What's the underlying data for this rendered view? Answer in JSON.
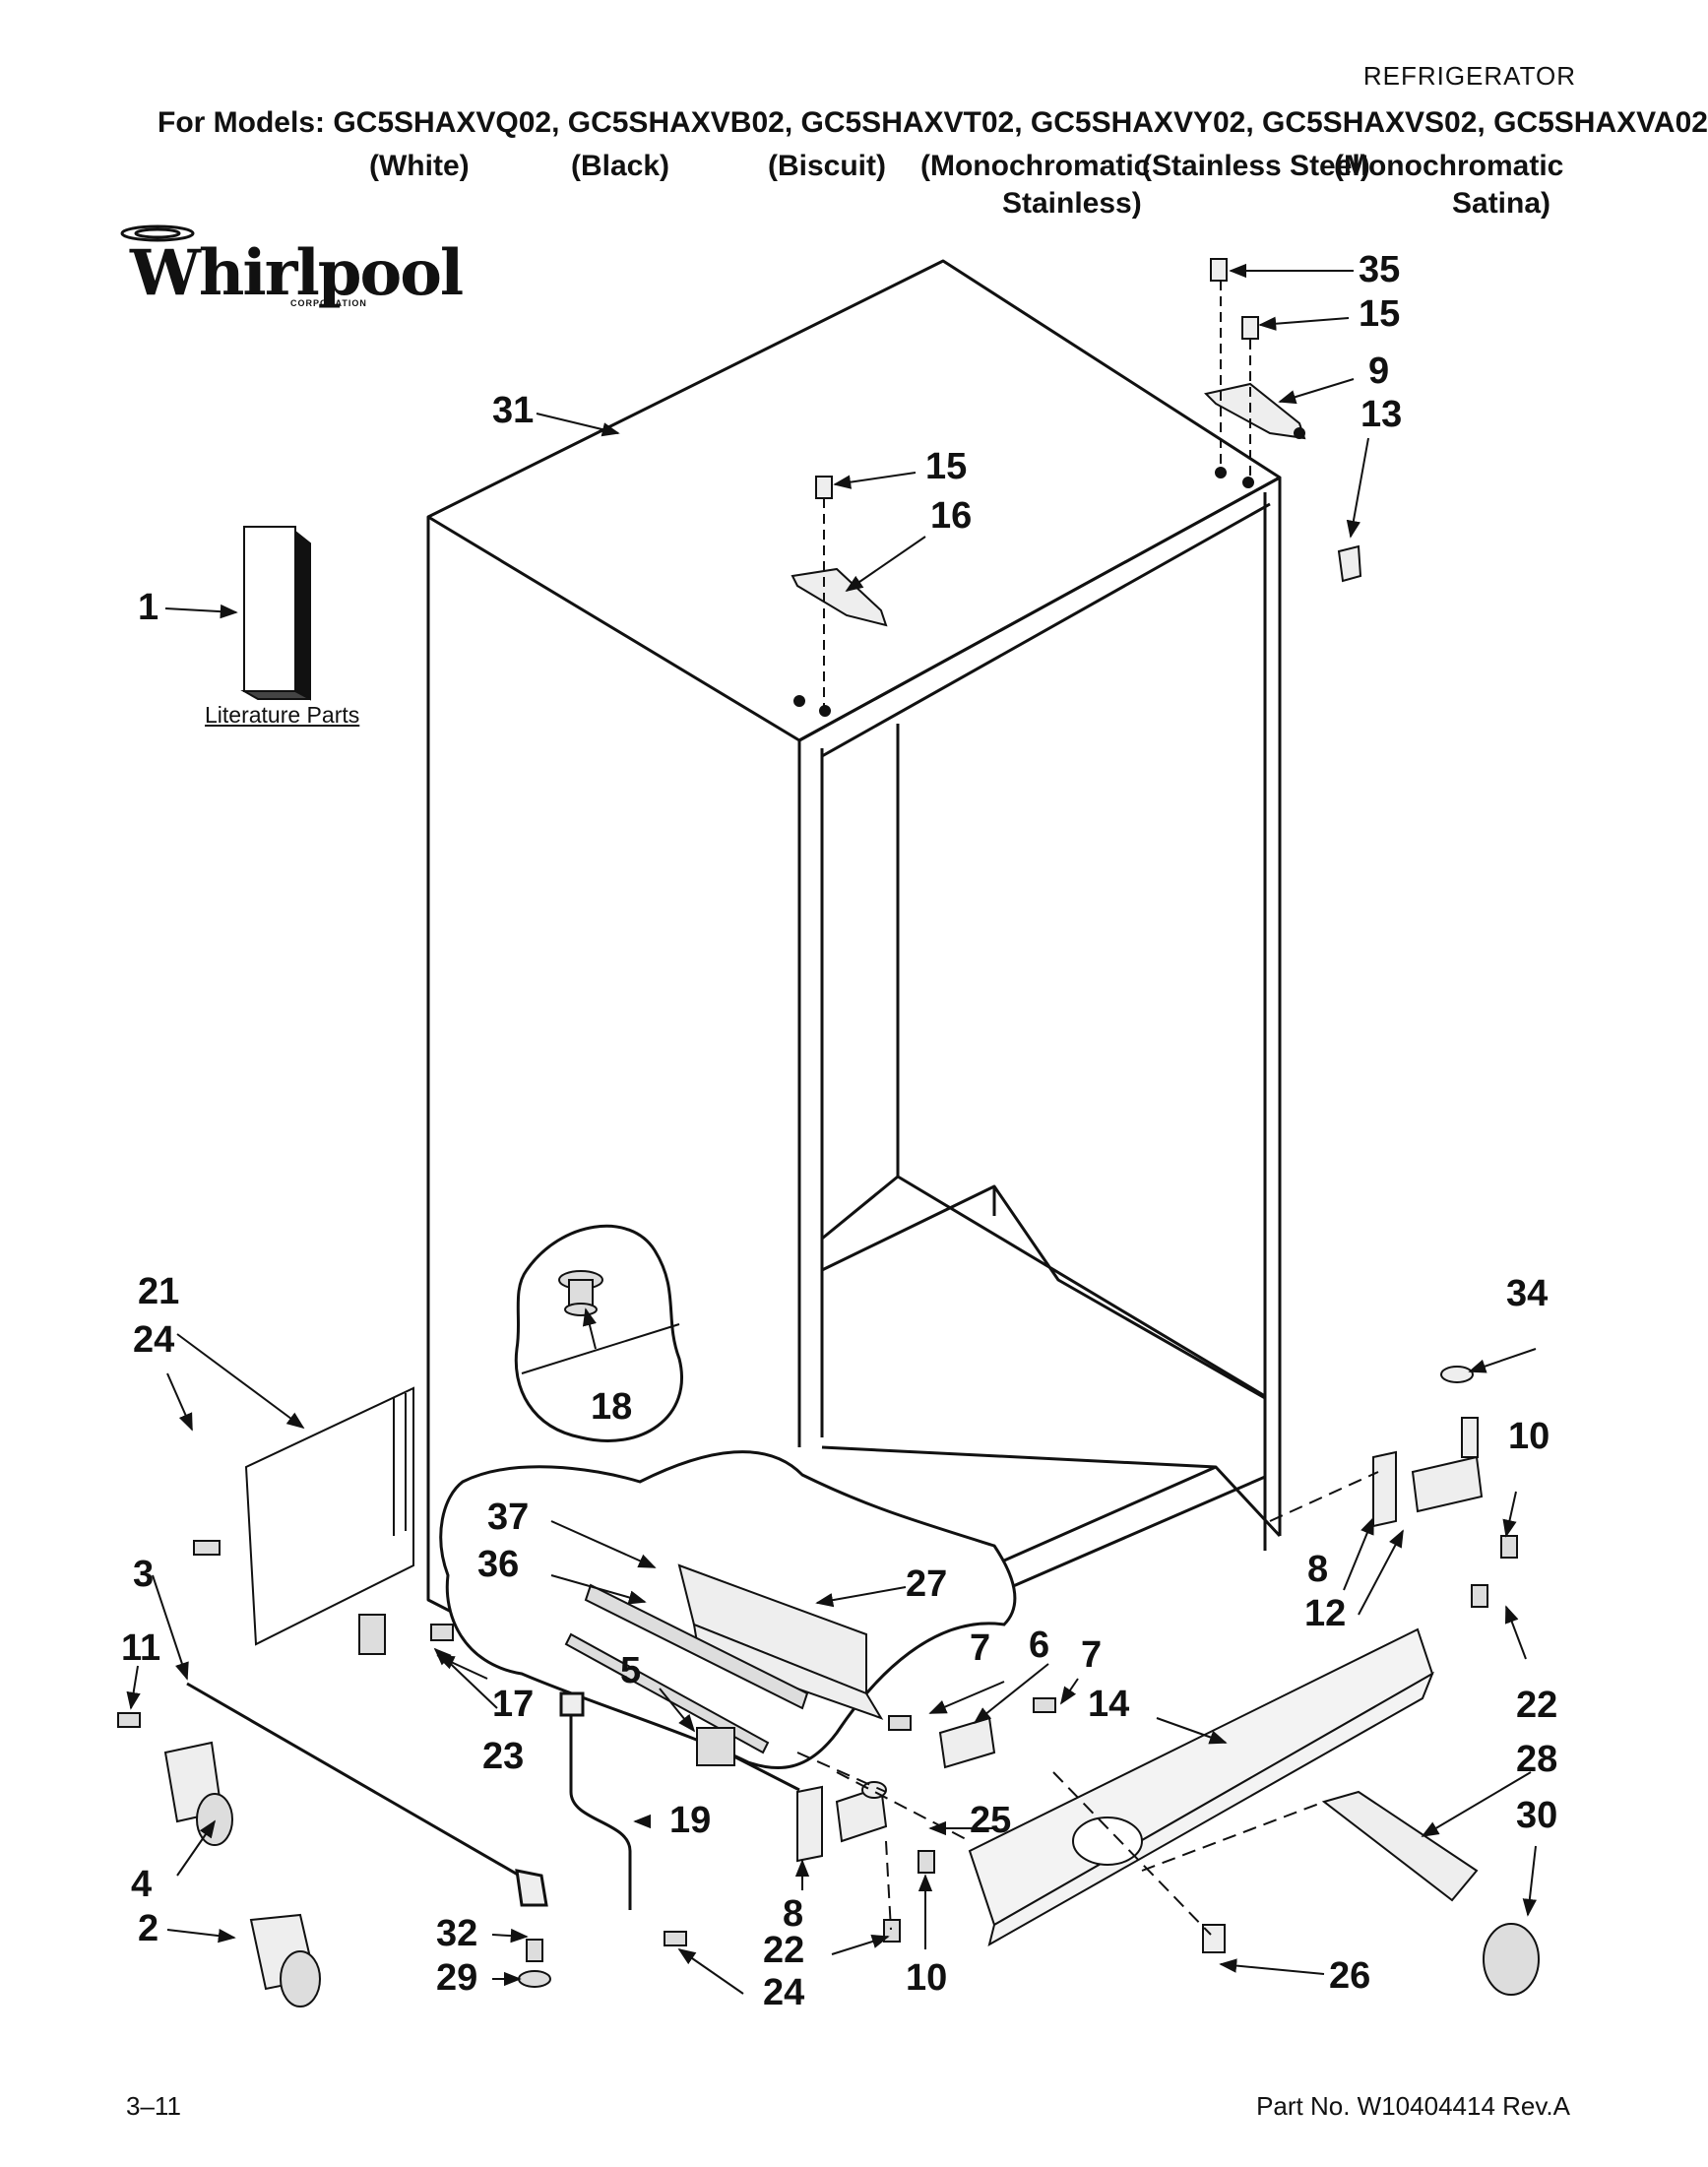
{
  "header": {
    "category": "REFRIGERATOR",
    "models_line": "For Models: GC5SHAXVQ02, GC5SHAXVB02, GC5SHAXVT02, GC5SHAXVY02, GC5SHAXVS02, GC5SHAXVA02",
    "variants": {
      "white": "(White)",
      "black": "(Black)",
      "biscuit": "(Biscuit)",
      "mono_stainless_1": "(Monochromatic",
      "mono_stainless_2": "Stainless)",
      "stainless_steel": "(Stainless Steel)",
      "mono_satina_1": "(Monochromatic",
      "mono_satina_2": "Satina)"
    }
  },
  "logo": {
    "brand": "Whirlpool",
    "sub": "CORPORATION"
  },
  "literature": {
    "label": "Literature Parts"
  },
  "callouts": {
    "c1": "1",
    "c2": "2",
    "c3": "3",
    "c4": "4",
    "c5": "5",
    "c6": "6",
    "c7a": "7",
    "c7b": "7",
    "c8a": "8",
    "c8b": "8",
    "c9": "9",
    "c10a": "10",
    "c10b": "10",
    "c11": "11",
    "c12": "12",
    "c13": "13",
    "c14": "14",
    "c15a": "15",
    "c15b": "15",
    "c16": "16",
    "c17": "17",
    "c18": "18",
    "c19": "19",
    "c21": "21",
    "c22a": "22",
    "c22b": "22",
    "c23": "23",
    "c24a": "24",
    "c24b": "24",
    "c25": "25",
    "c26": "26",
    "c27": "27",
    "c28": "28",
    "c29": "29",
    "c30": "30",
    "c31": "31",
    "c32": "32",
    "c34": "34",
    "c35": "35",
    "c36": "36",
    "c37": "37"
  },
  "footer": {
    "page": "3–11",
    "part_no": "Part No. W10404414 Rev.A"
  }
}
